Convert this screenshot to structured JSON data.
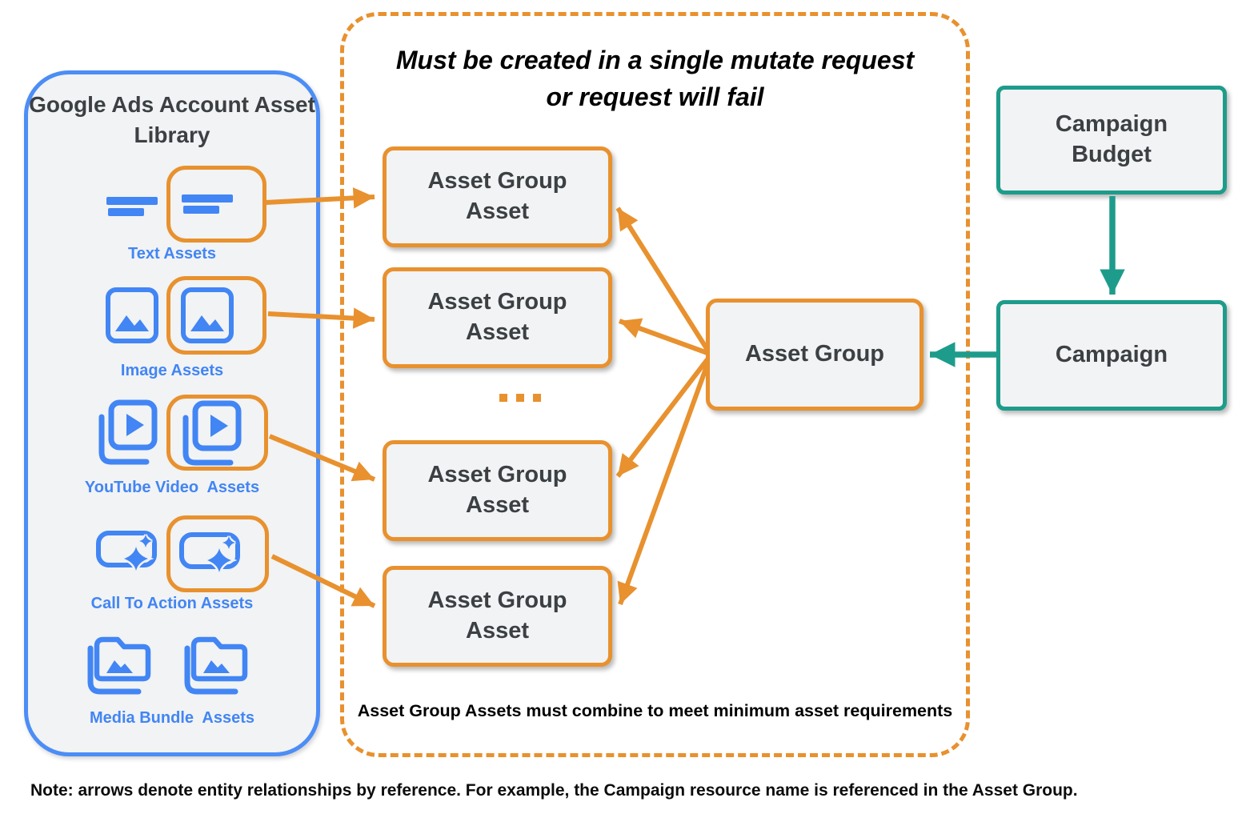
{
  "colors": {
    "orange": "#E8912E",
    "blue": "#4285F4",
    "panel_blue": "#4C8DF6",
    "teal": "#1E9C8B",
    "box_fill": "#F1F3F4",
    "dark_text": "#3C4043"
  },
  "asset_library": {
    "title": "Google Ads Account Asset Library",
    "items": [
      {
        "label": "Text Assets",
        "icon": "text-asset-icon"
      },
      {
        "label": "Image Assets",
        "icon": "image-asset-icon"
      },
      {
        "label": "YouTube Video  Assets",
        "icon": "youtube-video-asset-icon"
      },
      {
        "label": "Call To Action Assets",
        "icon": "call-to-action-asset-icon"
      },
      {
        "label": "Media Bundle  Assets",
        "icon": "media-bundle-asset-icon"
      }
    ]
  },
  "mutate_box": {
    "title_line1": "Must be created in a single mutate request",
    "title_line2": "or request will fail",
    "asset_group_assets": [
      "Asset Group Asset",
      "Asset Group Asset",
      "Asset Group Asset",
      "Asset Group Asset"
    ],
    "ellipsis": "...",
    "footnote": "Asset Group Assets must combine to meet minimum asset requirements"
  },
  "entities": {
    "asset_group": "Asset Group",
    "campaign": "Campaign",
    "campaign_budget": "Campaign Budget"
  },
  "note": "Note: arrows denote entity relationships by reference. For example, the Campaign resource name is referenced in the Asset Group."
}
